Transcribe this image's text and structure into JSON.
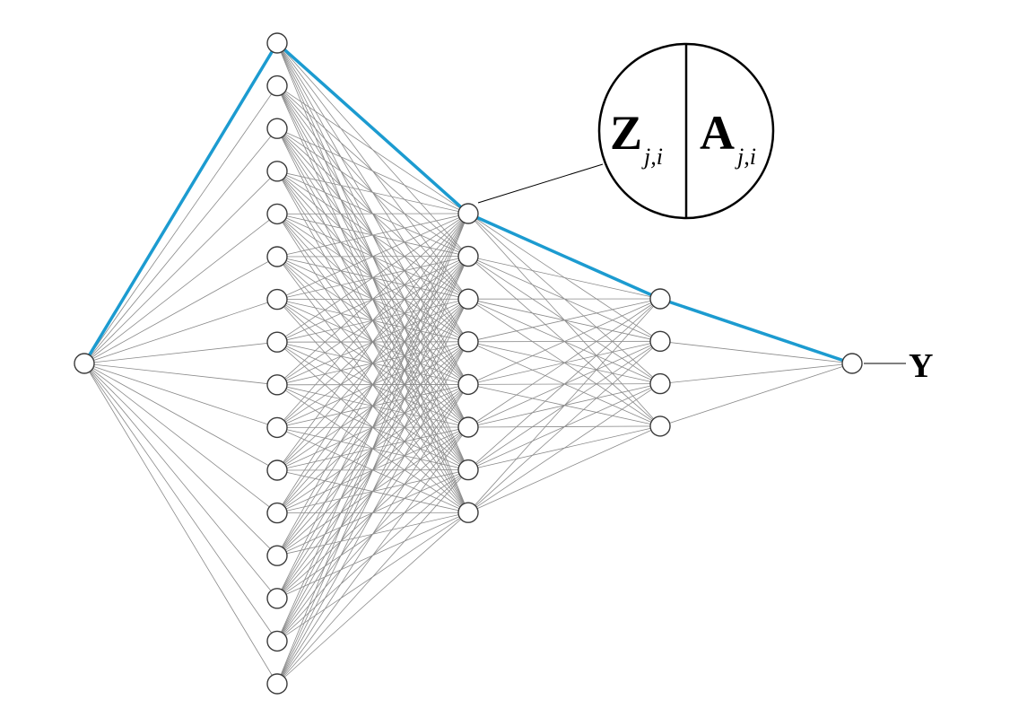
{
  "diagram": {
    "layers": [
      {
        "name": "input",
        "node_count": 1
      },
      {
        "name": "hidden-1",
        "node_count": 16
      },
      {
        "name": "hidden-2",
        "node_count": 8
      },
      {
        "name": "hidden-3",
        "node_count": 4
      },
      {
        "name": "output",
        "node_count": 1
      }
    ],
    "highlighted_path": [
      0,
      0,
      0,
      0,
      0
    ],
    "colors": {
      "edge": "#8a8a8a",
      "highlight": "#1c9bd0",
      "node_stroke": "#3a3a3a",
      "node_fill": "#ffffff"
    },
    "zoom": {
      "left_symbol": "Z",
      "left_subscript": "j,i",
      "right_symbol": "A",
      "right_subscript": "j,i"
    },
    "output_label": "Y"
  }
}
